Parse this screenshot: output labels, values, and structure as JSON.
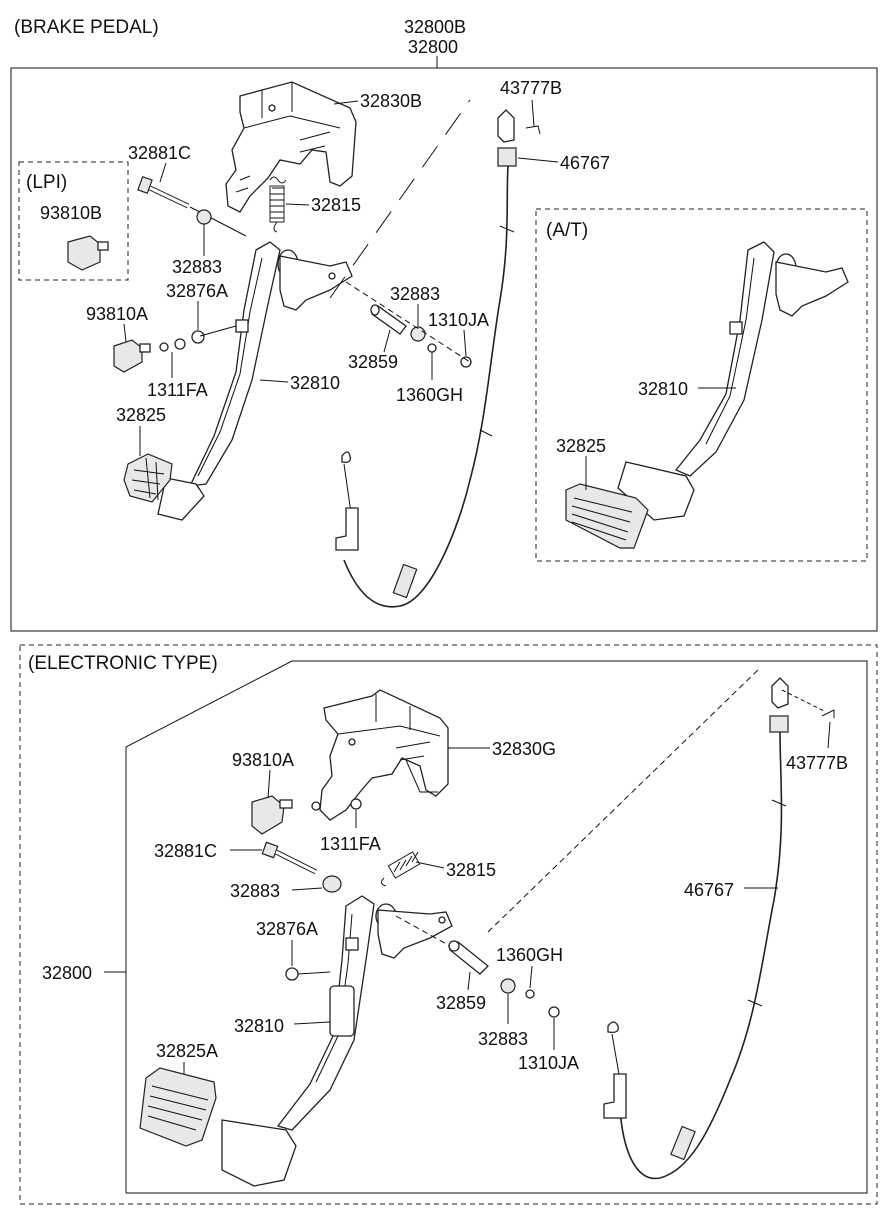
{
  "titles": {
    "brake_pedal": "(BRAKE PEDAL)",
    "lpi": "(LPI)",
    "at": "(A/T)",
    "electronic": "(ELECTRONIC TYPE)"
  },
  "top_labels": {
    "l32800b": "32800B",
    "l32800": "32800",
    "l32830b": "32830B",
    "l43777b": "43777B",
    "l46767": "46767",
    "l32881c": "32881C",
    "l93810b": "93810B",
    "l32815": "32815",
    "l32883a": "32883",
    "l32876a": "32876A",
    "l93810a": "93810A",
    "l32883b": "32883",
    "l1310ja": "1310JA",
    "l32859": "32859",
    "l1311fa": "1311FA",
    "l32810": "32810",
    "l1360gh": "1360GH",
    "l32825": "32825",
    "l32810at": "32810",
    "l32825at": "32825"
  },
  "bottom_labels": {
    "l32830g": "32830G",
    "l93810a": "93810A",
    "l43777b": "43777B",
    "l1311fa": "1311FA",
    "l32881c": "32881C",
    "l32815": "32815",
    "l32883a": "32883",
    "l46767": "46767",
    "l32876a": "32876A",
    "l1360gh": "1360GH",
    "l32800": "32800",
    "l32859": "32859",
    "l32810": "32810",
    "l32883b": "32883",
    "l1310ja": "1310JA",
    "l32825a": "32825A"
  }
}
